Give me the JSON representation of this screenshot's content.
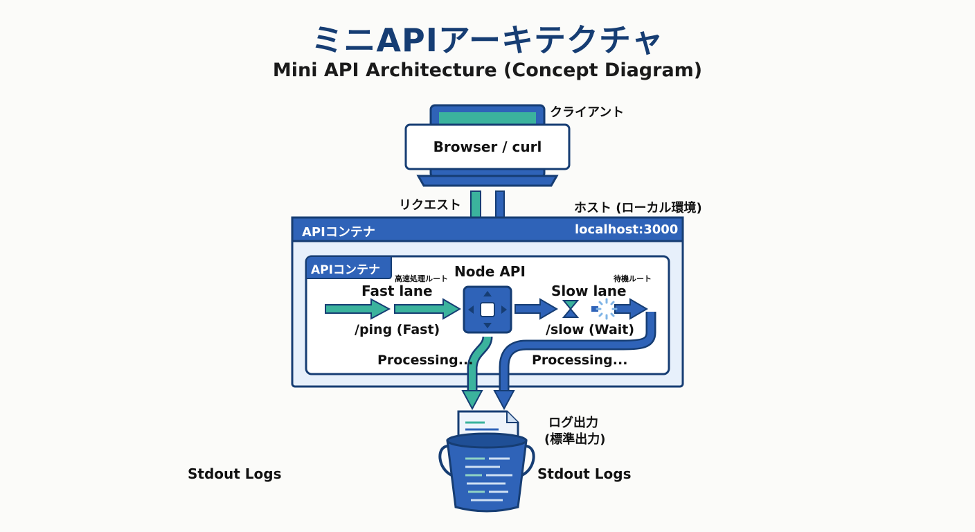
{
  "title": {
    "ja": "ミニAPIアーキテクチャ",
    "en": "Mini API Architecture (Concept Diagram)"
  },
  "client": {
    "label_ja": "クライアント",
    "box_label": "Browser / curl"
  },
  "request_label": "リクエスト",
  "host": {
    "label_ja": "ホスト (ローカル環境)",
    "header_left": "APIコンテナ",
    "header_right": "localhost:3000"
  },
  "container": {
    "tab_label": "APIコンテナ",
    "node_label": "Node API",
    "fast": {
      "sub_ja": "高速処理ルート",
      "title": "Fast lane",
      "route": "/ping (Fast)",
      "processing": "Processing..."
    },
    "slow": {
      "sub_ja": "待機ルート",
      "title": "Slow lane",
      "route": "/slow (Wait)",
      "processing": "Processing..."
    }
  },
  "logs": {
    "label_ja_line1": "ログ出力",
    "label_ja_line2": "(標準出力)",
    "label_right": "Stdout Logs",
    "label_left": "Stdout Logs"
  },
  "colors": {
    "navy": "#163d73",
    "blue": "#2f63b8",
    "teal": "#3bb39d",
    "light_blue": "#e7f0fb",
    "pale": "#f3f7fc"
  }
}
